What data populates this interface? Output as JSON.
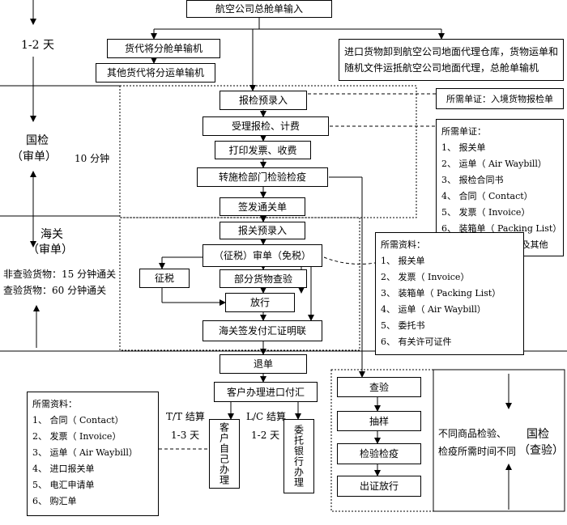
{
  "top": {
    "airline_master": "航空公司总舱单输入",
    "forwarder_split": "货代将分舱单输机",
    "other_forwarder": "其他货代将分运单输机",
    "import_note_line1": "进口货物卸到航空公司地面代理仓库，货物运单和",
    "import_note_line2": "随机文件运抵航空公司地面代理，总舱单输机"
  },
  "left": {
    "days": "1-2 天",
    "ciq_line1": "国检",
    "ciq_line2": "（审单）",
    "ciq_time": "10 分钟",
    "customs_line1": "海关",
    "customs_line2": "（审单）",
    "non_inspect": "非查验货物：15 分钟通关",
    "inspect": "查验货物：60 分钟通关"
  },
  "flow": {
    "pre_entry": "报检预录入",
    "accept": "受理报检、计费",
    "print": "打印发票、收费",
    "transfer": "转施检部门检验检疫",
    "issue": "签发通关单",
    "customs_pre": "报关预录入",
    "review": "（征税）审单（免税）",
    "levy": "征税",
    "partial": "部分货物查验",
    "release": "放行",
    "fx_cert": "海关签发付汇证明联",
    "return": "退单",
    "payment": "客户办理进口付汇",
    "self_handle": "客户自己办理",
    "bank_handle": "委托银行办理",
    "tt_label": "T/T 结算",
    "tt_days": "1-3 天",
    "lc_label": "L/C 结算",
    "lc_days": "1-2 天"
  },
  "inspection": {
    "check": "查验",
    "sample": "抽样",
    "quarantine": "检验检疫",
    "cert": "出证放行",
    "note_line1": "不同商品检验、",
    "note_line2": "检疫所需时间不同",
    "ciq_line1": "国检",
    "ciq_line2": "（查验）"
  },
  "docs_cert": {
    "label": "所需单证：入境货物报检单"
  },
  "docs_ciq": {
    "title": "所需单证：",
    "items": [
      "1、   报关单",
      "2、   运单（ Air Waybill）",
      "3、   报检合同书",
      "4、   合同（ Contact）",
      "5、   发票（ Invoice）",
      "6、   装箱单（ Packing List）",
      "7、   有关批件、证书及其他"
    ]
  },
  "docs_customs": {
    "title": "所需资料：",
    "items": [
      "1、   报关单",
      "2、   发票（ Invoice）",
      "3、   装箱单（ Packing List）",
      "4、   运单（ Air Waybill）",
      "5、   委托书",
      "6、   有关许可证件"
    ]
  },
  "docs_payment": {
    "title": "所需资料：",
    "items": [
      "1、   合同（ Contact）",
      "2、   发票（ Invoice）",
      "3、   运单（ Air Waybill）",
      "4、   进口报关单",
      "5、   电汇申请单",
      "6、   购汇单"
    ]
  }
}
